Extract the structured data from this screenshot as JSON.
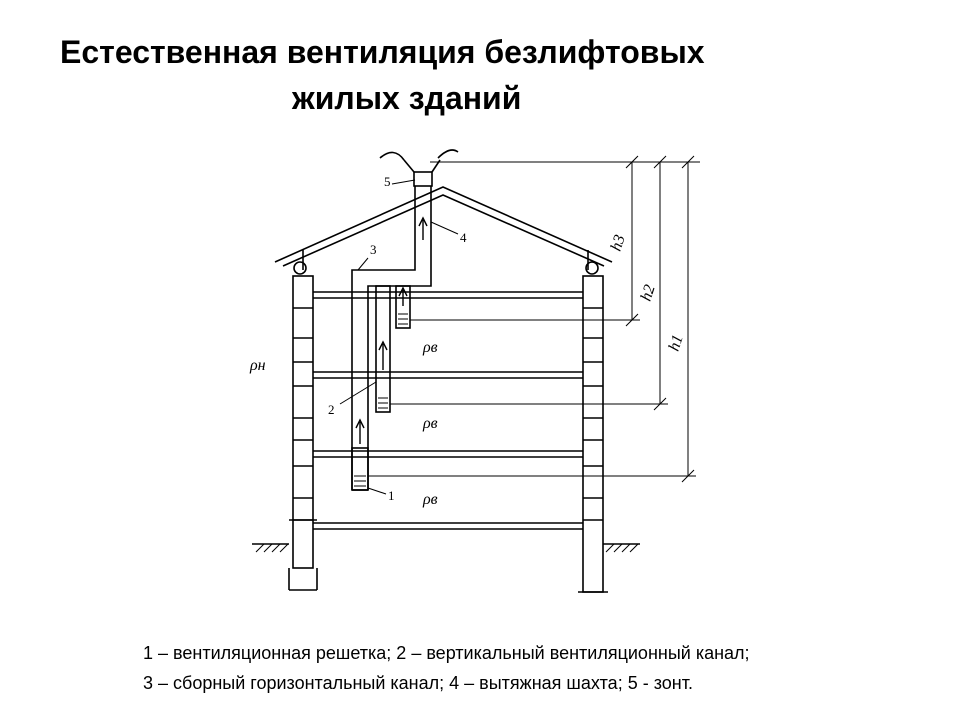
{
  "slide": {
    "title_line1": "Естественная вентиляция безлифтовых",
    "title_line2": "жилых зданий"
  },
  "diagram": {
    "callouts": [
      "1",
      "2",
      "3",
      "4",
      "5"
    ],
    "heights": [
      "h3",
      "h2",
      "h1"
    ],
    "densities": [
      "ρн",
      "ρв",
      "ρв",
      "ρв"
    ]
  },
  "legend": {
    "line1": "1 – вентиляционная решетка; 2 – вертикальный вентиляционный канал;",
    "line2": "3 – сборный горизонтальный канал; 4 – вытяжная шахта; 5 - зонт."
  }
}
